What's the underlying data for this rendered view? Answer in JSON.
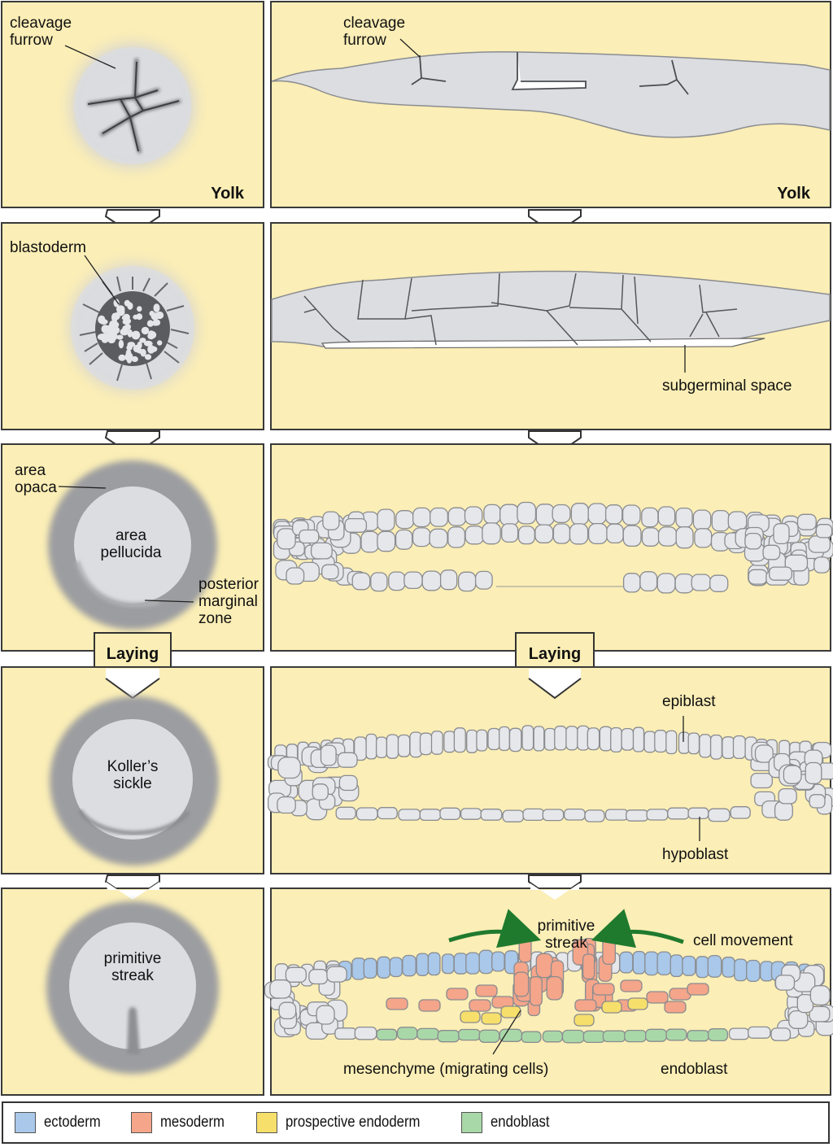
{
  "colors": {
    "yolk": "#fbeeb6",
    "panel_border": "#3a3a3a",
    "cell_fill": "#e6e7ea",
    "cell_stroke": "#8a8c90",
    "disc_dark": "#9b9ca0",
    "disc_light": "#dcdde1",
    "ectoderm": "#a9c8ea",
    "mesoderm": "#f4a58a",
    "prospective_endoderm": "#f7df6b",
    "endoblast": "#a9d8a8",
    "arrow_green": "#1f7a2e"
  },
  "rows": [
    {
      "left": {
        "labels": [
          "cleavage",
          "furrow"
        ],
        "corner_label": "Yolk"
      },
      "right": {
        "labels": [
          "cleavage",
          "furrow"
        ],
        "corner_label": "Yolk"
      }
    },
    {
      "left": {
        "labels": [
          "blastoderm"
        ]
      },
      "right": {
        "labels": [
          "subgerminal space"
        ]
      }
    },
    {
      "left": {
        "labels": [
          "area",
          "opaca",
          "area",
          "pellucida",
          "posterior",
          "marginal",
          "zone"
        ]
      },
      "right": {
        "labels": []
      }
    },
    {
      "left": {
        "labels": [
          "Koller’s",
          "sickle"
        ]
      },
      "right": {
        "labels": [
          "epiblast",
          "hypoblast"
        ]
      }
    },
    {
      "left": {
        "labels": [
          "primitive",
          "streak"
        ]
      },
      "right": {
        "labels": [
          "primitive",
          "streak",
          "cell movement",
          "mesenchyme (migrating cells)",
          "endoblast"
        ]
      }
    }
  ],
  "transition_label": "Laying",
  "legend": [
    {
      "label": "ectoderm",
      "color": "#a9c8ea"
    },
    {
      "label": "mesoderm",
      "color": "#f4a58a"
    },
    {
      "label": "prospective endoderm",
      "color": "#f7df6b"
    },
    {
      "label": "endoblast",
      "color": "#a9d8a8"
    }
  ]
}
